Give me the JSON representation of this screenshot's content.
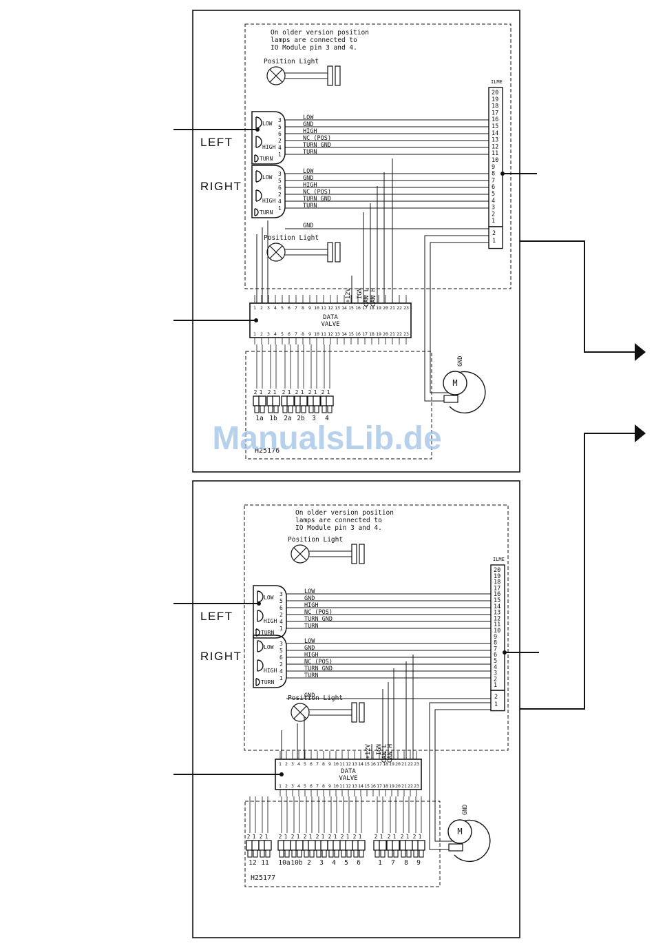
{
  "watermark": "ManualsLib.de",
  "diagrams": [
    {
      "note_lines": [
        "On older version position",
        "lamps are connected to",
        "IO Module pin 3 and 4."
      ],
      "position_light": "Position Light",
      "left_label": "LEFT",
      "right_label": "RIGHT",
      "connector_label": "ILME",
      "lamp_labels": [
        "LOW",
        "HIGH",
        "TURN"
      ],
      "left_pins": [
        "3",
        "5",
        "6",
        "2",
        "4",
        "1"
      ],
      "wire_labels": [
        "LOW",
        "GND",
        "HIGH",
        "NC (POS)",
        "TURN GND",
        "TURN"
      ],
      "gnd_label": "GND",
      "connector_pins": [
        "20",
        "19",
        "18",
        "17",
        "16",
        "15",
        "14",
        "13",
        "12",
        "11",
        "10",
        "9",
        "8",
        "7",
        "6",
        "5",
        "4",
        "3",
        "2",
        "1"
      ],
      "connector_lower_pins": [
        "2",
        "1"
      ],
      "signal_labels": [
        "+12V",
        "IGN",
        "CAN L",
        "CAN H"
      ],
      "valve_label": [
        "DATA",
        "VALVE"
      ],
      "motor_gnd": "GND",
      "motor_label": "M",
      "part_number": "H25176",
      "outputs": [
        "1a",
        "1b",
        "2a",
        "2b",
        "3",
        "4"
      ],
      "output_pins": [
        "2",
        "1"
      ]
    },
    {
      "note_lines": [
        "On older version position",
        "lamps are connected to",
        "IO Module pin 3 and 4."
      ],
      "position_light": "Position Light",
      "left_label": "LEFT",
      "right_label": "RIGHT",
      "connector_label": "ILME",
      "lamp_labels": [
        "LOW",
        "HIGH",
        "TURN"
      ],
      "left_pins": [
        "3",
        "5",
        "6",
        "2",
        "4",
        "1"
      ],
      "wire_labels": [
        "LOW",
        "GND",
        "HIGH",
        "NC (POS)",
        "TURN GND",
        "TURN"
      ],
      "gnd_label": "GND",
      "connector_pins": [
        "20",
        "19",
        "18",
        "17",
        "16",
        "15",
        "14",
        "13",
        "12",
        "11",
        "10",
        "9",
        "8",
        "7",
        "6",
        "5",
        "4",
        "3",
        "2",
        "1"
      ],
      "connector_lower_pins": [
        "2",
        "1"
      ],
      "signal_labels": [
        "+12V",
        "IGN",
        "CAN L",
        "CAN H"
      ],
      "valve_label": [
        "DATA",
        "VALVE"
      ],
      "motor_gnd": "GND",
      "motor_label": "M",
      "part_number": "H25177",
      "outputs": [
        "12",
        "11",
        "10a",
        "10b",
        "2",
        "3",
        "4",
        "5",
        "6",
        "1",
        "7",
        "8",
        "9"
      ],
      "output_pins": [
        "2",
        "1"
      ]
    }
  ]
}
